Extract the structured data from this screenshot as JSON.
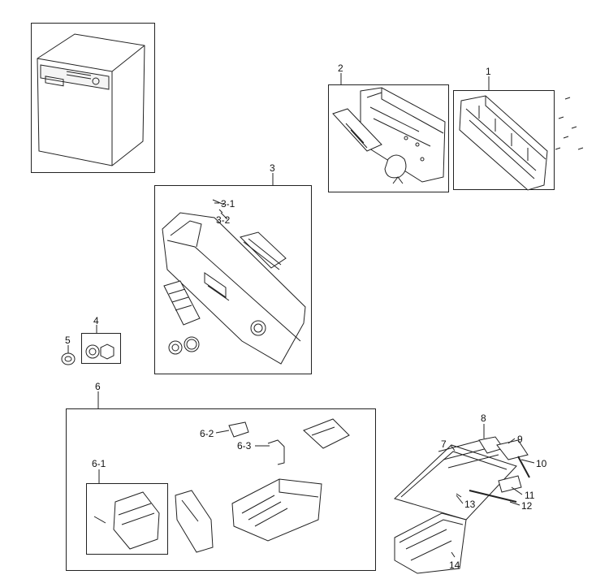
{
  "labels": {
    "p1": "1",
    "p2": "2",
    "p3": "3",
    "p3_1": "3-1",
    "p3_2": "3-2",
    "p4": "4",
    "p5": "5",
    "p6": "6",
    "p6_1": "6-1",
    "p6_2": "6-2",
    "p6_3": "6-3",
    "p7": "7",
    "p8": "8",
    "p9": "9",
    "p10": "10",
    "p11": "11",
    "p12": "12",
    "p13": "13",
    "p14": "14"
  },
  "colors": {
    "line": "#222222",
    "fill": "#ffffff",
    "shade": "#e9e9e9"
  }
}
